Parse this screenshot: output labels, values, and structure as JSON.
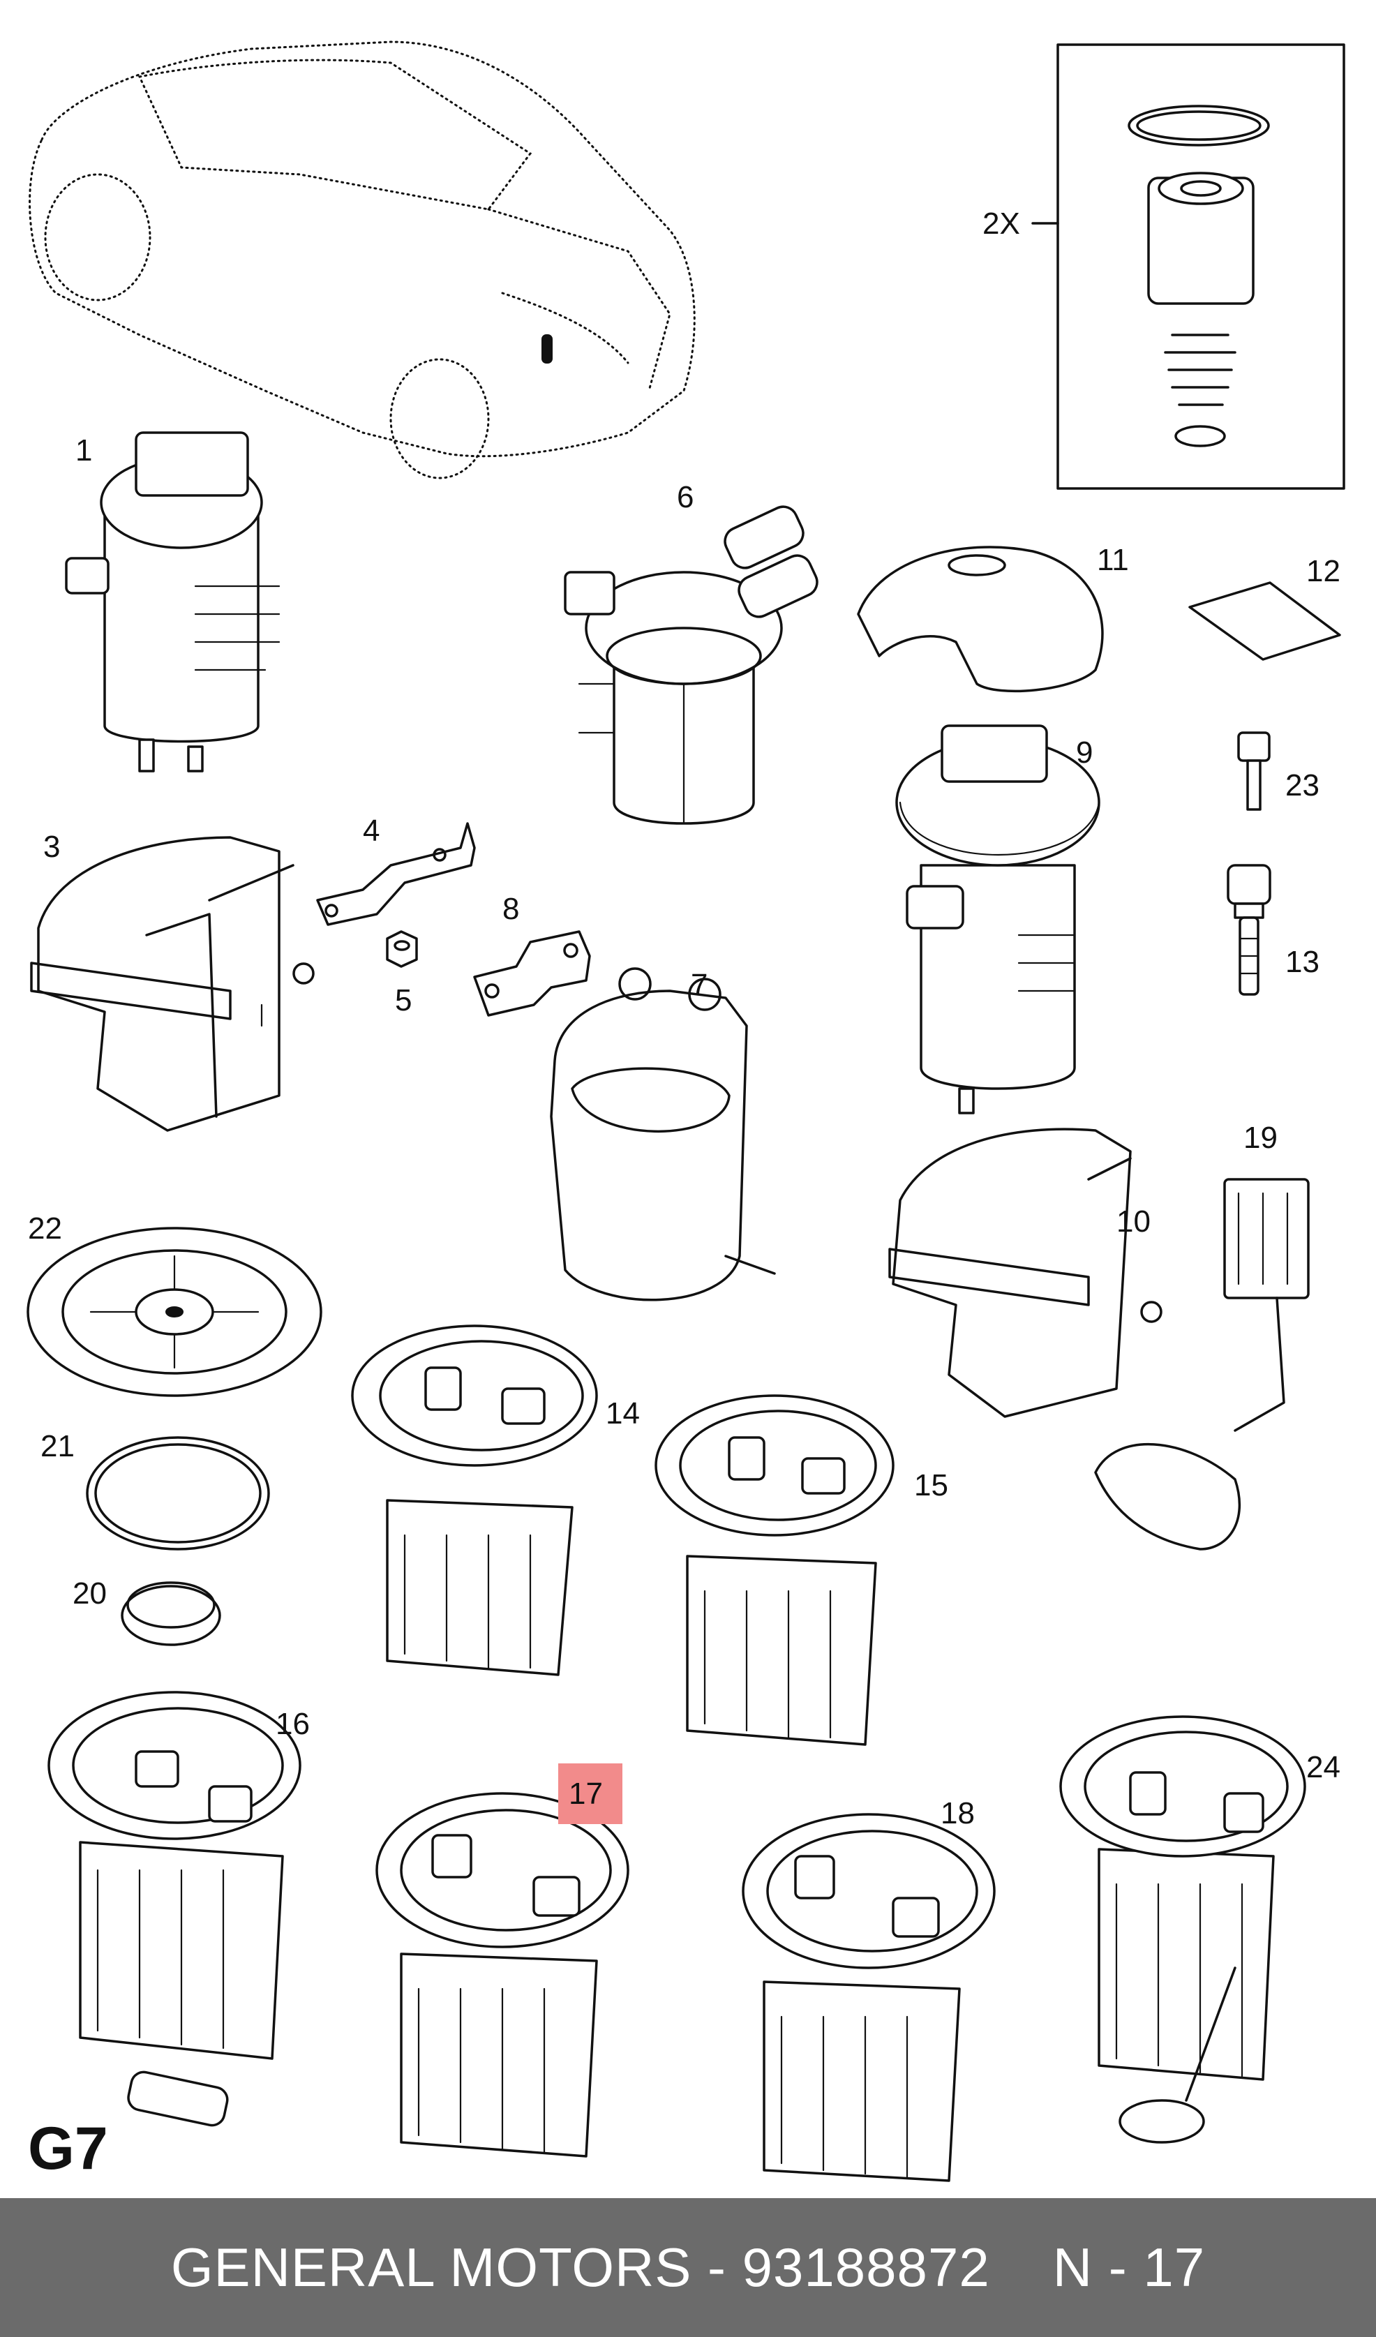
{
  "diagram": {
    "group_label": "G7",
    "callouts": {
      "c1": "1",
      "c2x": "2X",
      "c3": "3",
      "c4": "4",
      "c5": "5",
      "c6": "6",
      "c7": "7",
      "c8": "8",
      "c9": "9",
      "c10": "10",
      "c11": "11",
      "c12": "12",
      "c13": "13",
      "c14": "14",
      "c15": "15",
      "c16": "16",
      "c17": "17",
      "c18": "18",
      "c19": "19",
      "c20": "20",
      "c21": "21",
      "c22": "22",
      "c23": "23",
      "c24": "24"
    },
    "highlight_color": "#f28b8b"
  },
  "footer": {
    "brand_part": "GENERAL MOTORS - 93188872",
    "page": "N - 17",
    "background": "#6b6b6b"
  }
}
